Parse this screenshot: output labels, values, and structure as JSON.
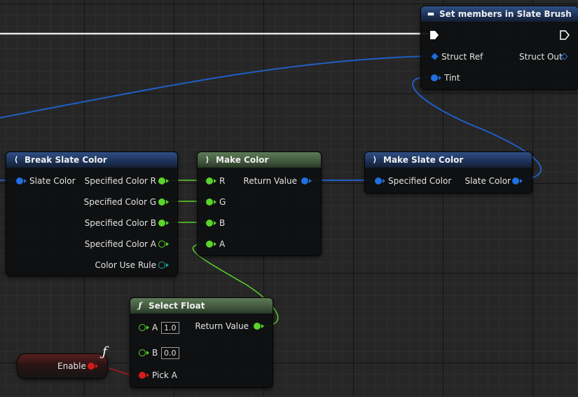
{
  "nodes": {
    "set_members": {
      "title": "Set members in Slate Brush",
      "struct_ref": "Struct Ref",
      "struct_out": "Struct Out",
      "tint": "Tint"
    },
    "break_slate_color": {
      "title": "Break Slate Color",
      "slate_color": "Slate Color",
      "specified_color_r": "Specified Color R",
      "specified_color_g": "Specified Color G",
      "specified_color_b": "Specified Color B",
      "specified_color_a": "Specified Color A",
      "color_use_rule": "Color Use Rule"
    },
    "make_color": {
      "title": "Make Color",
      "r": "R",
      "g": "G",
      "b": "B",
      "a": "A",
      "return_value": "Return Value"
    },
    "make_slate_color": {
      "title": "Make Slate Color",
      "specified_color": "Specified Color",
      "slate_color": "Slate Color"
    },
    "select_float": {
      "title": "Select Float",
      "a": "A",
      "a_value": "1.0",
      "b": "B",
      "b_value": "0.0",
      "pick_a": "Pick A",
      "return_value": "Return Value"
    },
    "enable": {
      "label": "Enable",
      "icon": "function-icon"
    }
  },
  "colors": {
    "struct": "#1f6fe0",
    "float": "#5ad42a",
    "bool": "#d31b1b",
    "exec": "#ffffff",
    "enum": "#1aa29a"
  }
}
